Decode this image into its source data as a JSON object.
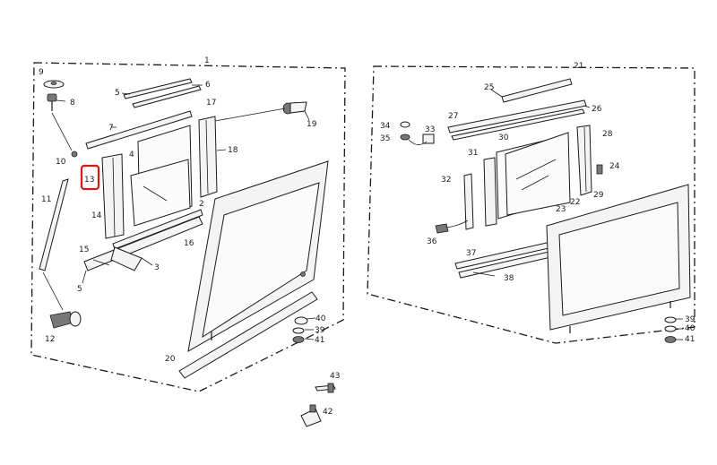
{
  "labels": {
    "l1": "1",
    "l2": "2",
    "l3": "3",
    "l4": "4",
    "l5a": "5",
    "l5b": "5",
    "l6": "6",
    "l7": "7",
    "l8": "8",
    "l9": "9",
    "l10": "10",
    "l11": "11",
    "l12": "12",
    "l13": "13",
    "l14": "14",
    "l15": "15",
    "l16": "16",
    "l17": "17",
    "l18": "18",
    "l19": "19",
    "l20": "20",
    "l21": "21",
    "l22": "22",
    "l23": "23",
    "l24": "24",
    "l25": "25",
    "l26": "26",
    "l27": "27",
    "l28": "28",
    "l29": "29",
    "l30": "30",
    "l31": "31",
    "l32": "32",
    "l33": "33",
    "l34": "34",
    "l35": "35",
    "l36": "36",
    "l37": "37",
    "l38": "38",
    "l39a": "39",
    "l39b": "39",
    "l40a": "40",
    "l40b": "40",
    "l41a": "41",
    "l41b": "41",
    "l42": "42",
    "l43": "43"
  },
  "highlight": {
    "part": "13",
    "color": "#d11a1a"
  }
}
